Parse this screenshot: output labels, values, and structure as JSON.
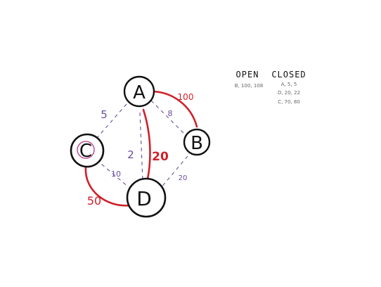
{
  "graph": {
    "nodes": [
      {
        "id": "A",
        "label": "A"
      },
      {
        "id": "B",
        "label": "B"
      },
      {
        "id": "C",
        "label": "C",
        "highlight": true
      },
      {
        "id": "D",
        "label": "D"
      }
    ],
    "edges": [
      {
        "from": "A",
        "to": "C",
        "weight": "5",
        "style": "dashed",
        "color": "#6a4c9c"
      },
      {
        "from": "A",
        "to": "B",
        "weight": "8",
        "style": "dashed",
        "color": "#6a4c9c"
      },
      {
        "from": "A",
        "to": "D",
        "weight": "2",
        "style": "dashed",
        "color": "#6a4c9c"
      },
      {
        "from": "C",
        "to": "D",
        "weight": "10",
        "style": "dashed",
        "color": "#6a4c9c"
      },
      {
        "from": "B",
        "to": "D",
        "weight": "20",
        "style": "dashed",
        "color": "#6a4c9c"
      }
    ],
    "path_annotations": [
      {
        "from": "A",
        "to": "B",
        "label": "100",
        "color": "#d0202a"
      },
      {
        "from": "A",
        "to": "D",
        "label": "20",
        "color": "#d0202a"
      },
      {
        "from": "C",
        "to": "D",
        "label": "50",
        "color": "#d0202a"
      }
    ],
    "colors": {
      "node_stroke": "#111111",
      "edge_dashed": "#6a4c9c",
      "highlight_path": "#d0202a",
      "highlight_ring": "#c0589a"
    }
  },
  "open_list": {
    "title": "OPEN",
    "items": [
      "B, 100, 108"
    ]
  },
  "closed_list": {
    "title": "CLOSED",
    "items": [
      "A, 5, 5",
      "D, 20, 22",
      "C, 70, 80"
    ]
  }
}
